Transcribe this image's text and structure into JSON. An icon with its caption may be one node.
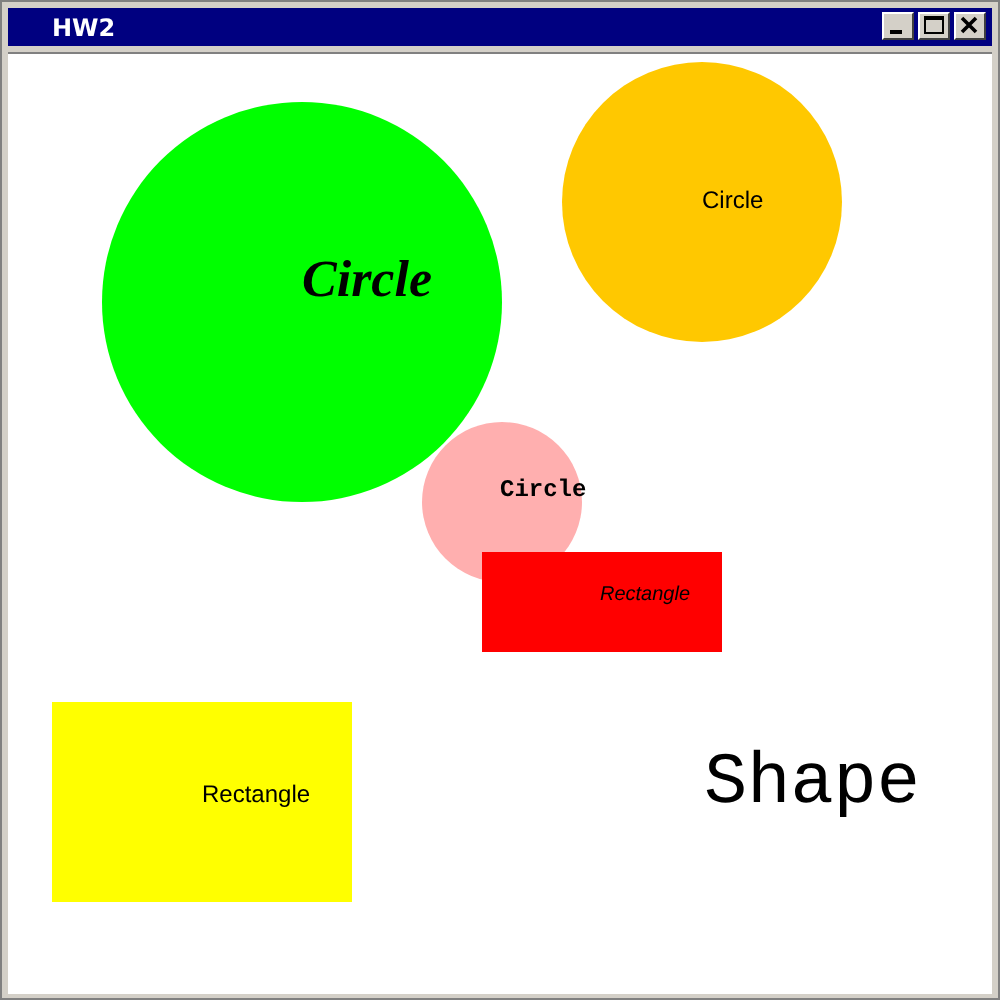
{
  "diagram": {
    "title": "HW2",
    "nodes": [
      {
        "text": [
          "Circle"
        ]
      },
      {
        "text": [
          "Circle"
        ]
      },
      {
        "text": [
          "Circle"
        ]
      },
      {
        "text": [
          "Rectangle"
        ]
      },
      {
        "text": [
          "Rectangle"
        ]
      }
    ],
    "labels": [
      "Shape"
    ]
  }
}
